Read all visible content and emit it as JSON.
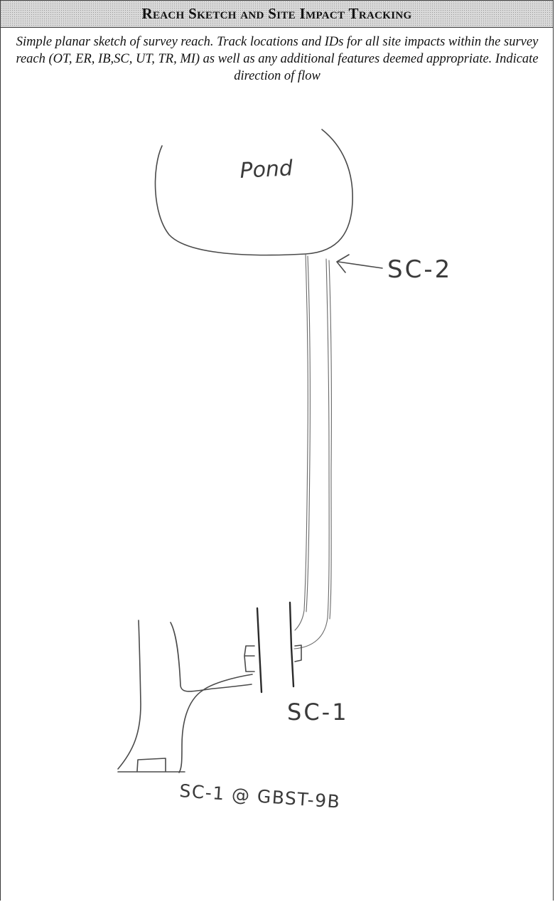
{
  "header": {
    "title": "Reach Sketch and Site Impact Tracking"
  },
  "instructions": {
    "text": "Simple planar sketch of survey reach. Track locations and IDs for all site impacts within the survey reach (OT, ER, IB,SC, UT, TR, MI) as well as any additional features deemed appropriate. Indicate direction of flow"
  },
  "sketch": {
    "labels": {
      "pond": "Pond",
      "sc2": "SC-2",
      "sc1": "SC-1",
      "sc1_location": "SC-1 @ GBST-9B"
    }
  }
}
